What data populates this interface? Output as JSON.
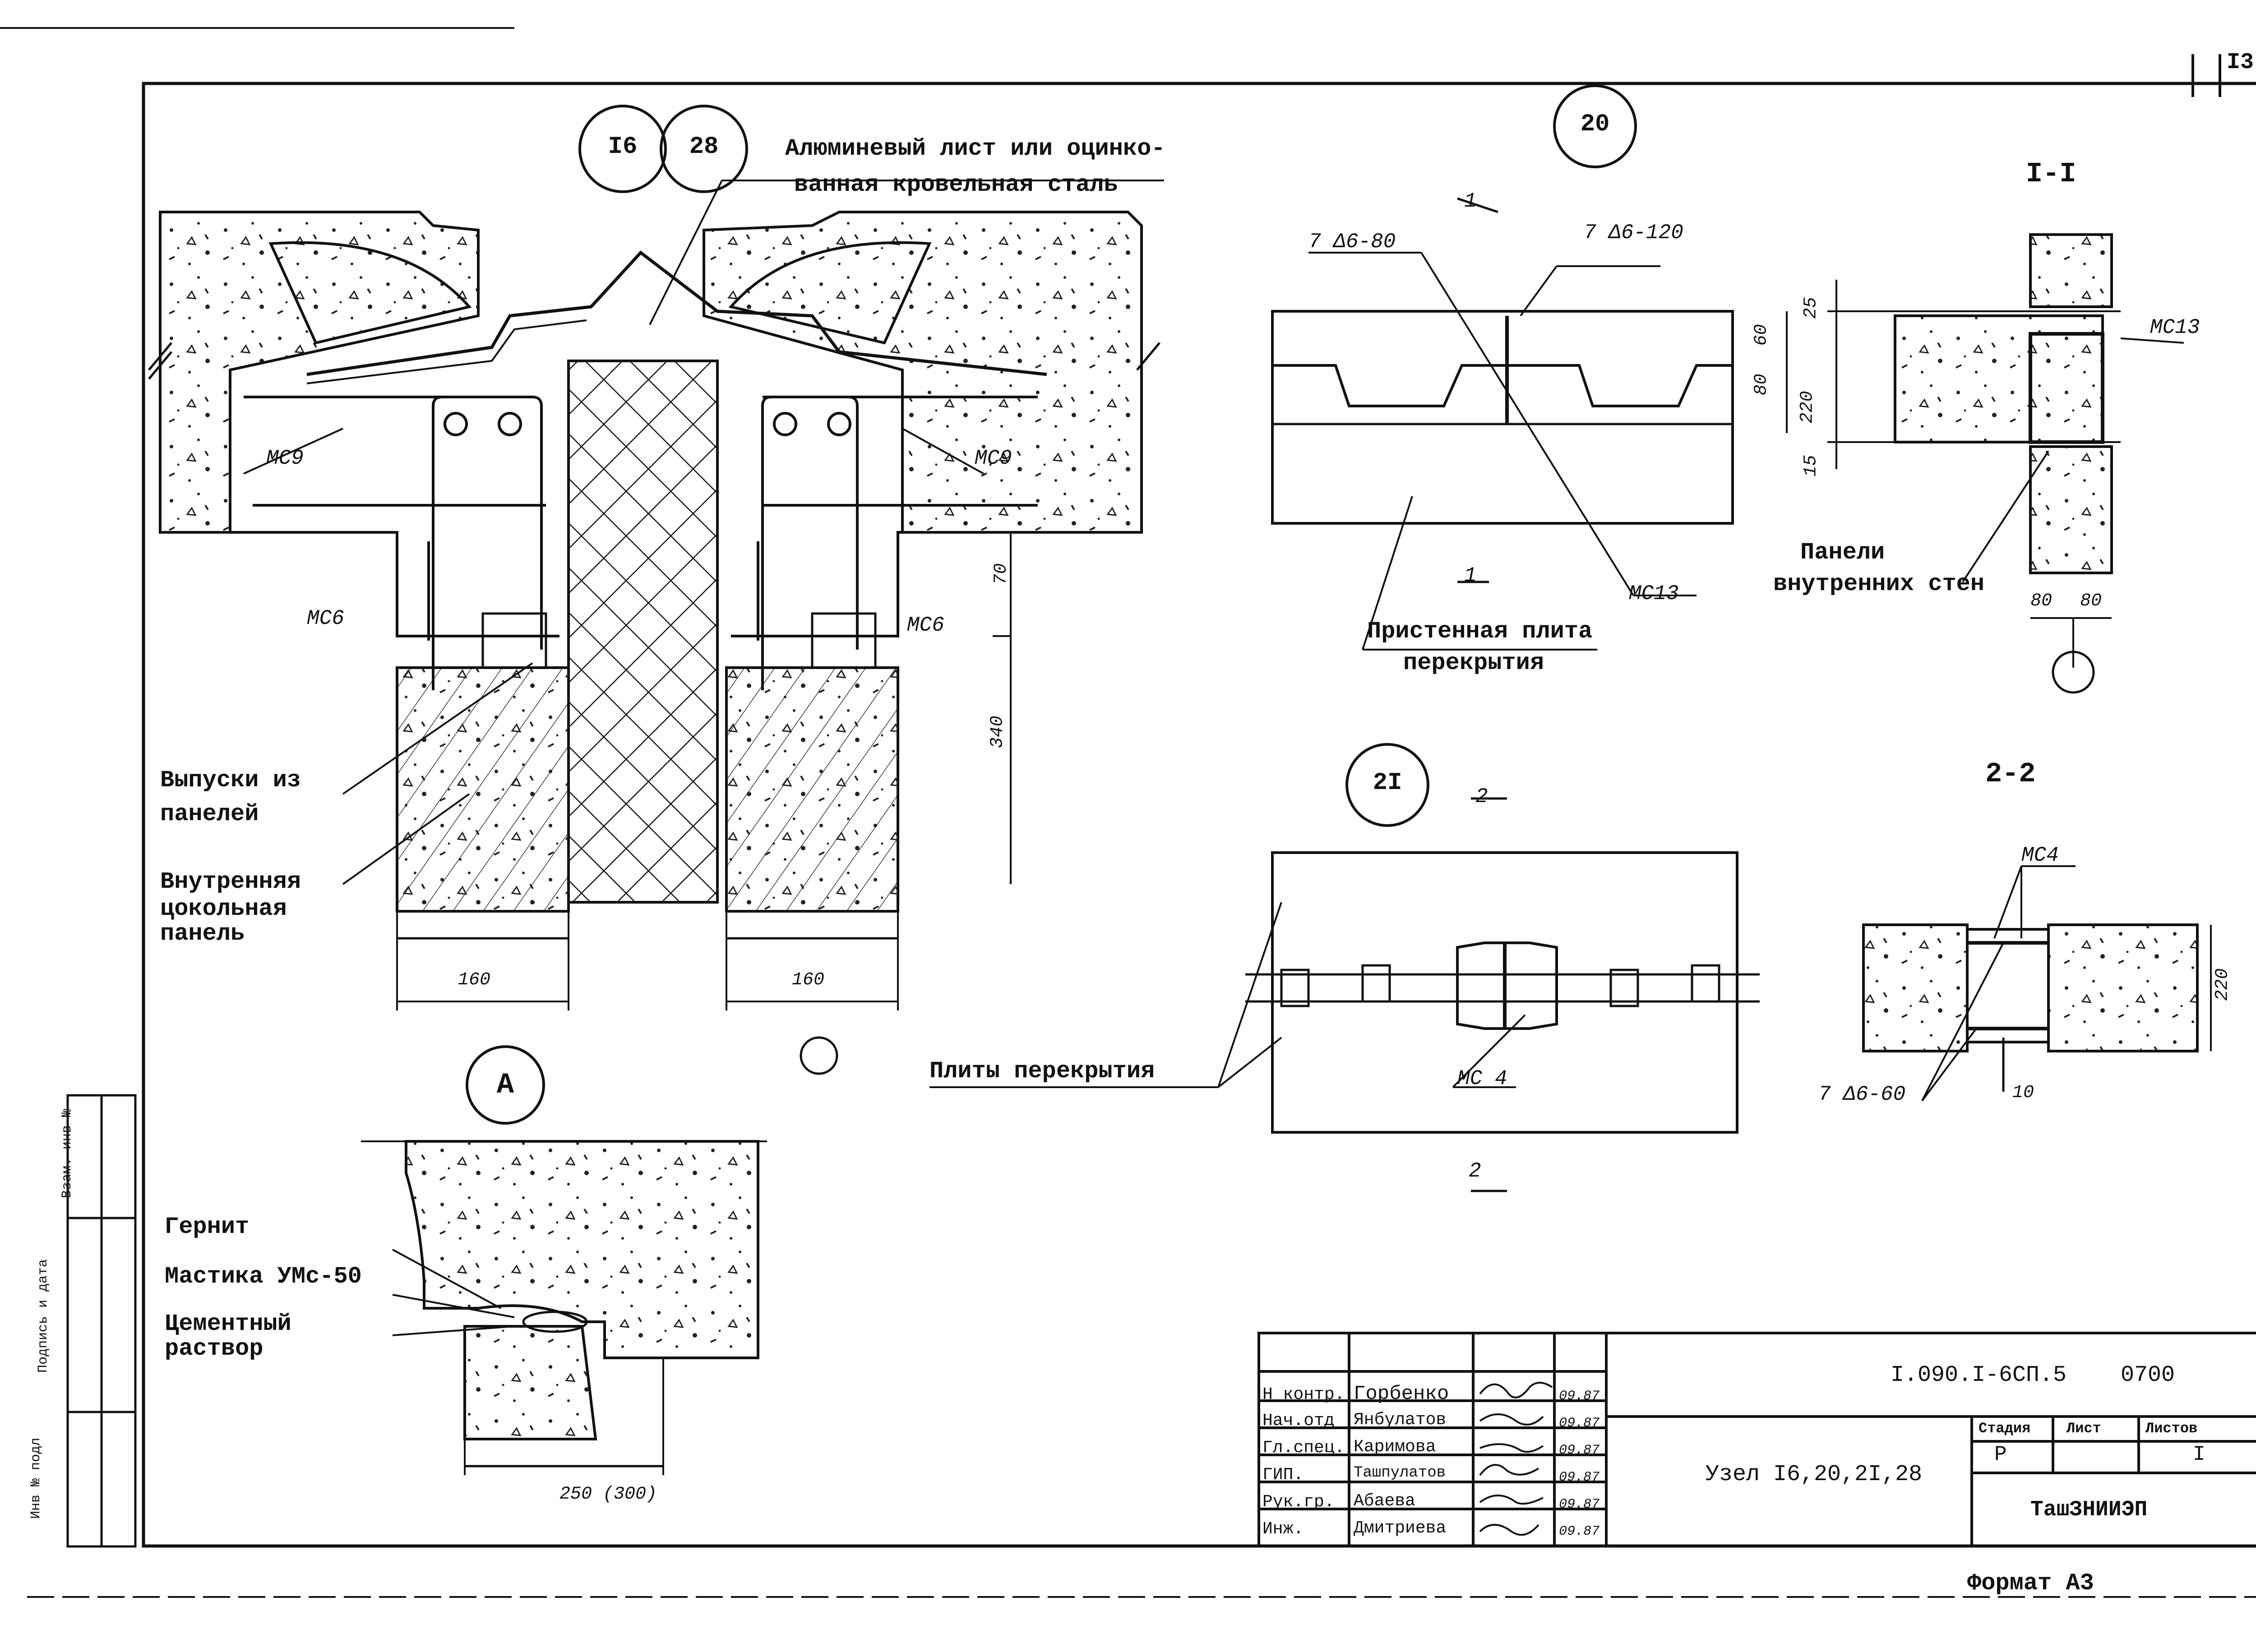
{
  "sheet_number": "I3",
  "nodes": {
    "n16": "I6",
    "n28": "28",
    "n20": "20",
    "n21": "2I",
    "nA": "A"
  },
  "section_1_1": "I-I",
  "section_2_2": "2-2",
  "cut_1": "1",
  "cut_2": "2",
  "labels": {
    "aluminum_line1": "Алюминевый лист или оцинко-",
    "aluminum_line2": "ванная кровельная сталь",
    "outlets_line1": "Выпуски из",
    "outlets_line2": "панелей",
    "inner_panel_line1": "Внутренняя",
    "inner_panel_line2": "цокольная",
    "inner_panel_line3": "панель",
    "wall_slab_line1": "Пристенная плита",
    "wall_slab_line2": "перекрытия",
    "inner_walls_line1": "Панели",
    "inner_walls_line2": "внутренних стен",
    "floor_slabs": "Плиты перекрытия",
    "gernit": "Гернит",
    "mastic": "Мастика УМс-50",
    "cement_line1": "Цементный",
    "cement_line2": "раствор"
  },
  "marks": {
    "mc9": "МС9",
    "mc6": "МС6",
    "mc13": "МС13",
    "mc4": "МС 4",
    "mc4b": "МС4",
    "bar80": "7 Δ6-80",
    "bar120": "7 Δ6-120",
    "bar60": "7 Δ6-60"
  },
  "dims": {
    "d160a": "160",
    "d160b": "160",
    "d70": "70",
    "d340": "340",
    "d80": "80",
    "d60": "60",
    "d25": "25",
    "d220": "220",
    "d15": "15",
    "d80a": "80",
    "d80b": "80",
    "d220b": "220",
    "d10": "10",
    "d250": "250 (300)"
  },
  "title_block": {
    "roles": [
      "Н контр.",
      "Нач.отд",
      "Гл.спец.",
      "ГИП.",
      "Рук.гр.",
      "Инж."
    ],
    "names": [
      "Горбенко",
      "Янбулатов",
      "Каримова",
      "Ташпулатов",
      "Абаева",
      "Дмитриева"
    ],
    "dates": [
      "09.87",
      "09.87",
      "09.87",
      "09.87",
      "09.87",
      "09.87"
    ],
    "code": "I.090.I-6СП.5",
    "code_suffix": "0700",
    "title": "Узел I6,20,2I,28",
    "stage_header": "Стадия",
    "sheet_header": "Лист",
    "sheets_header": "Листов",
    "stage": "Р",
    "sheets": "I",
    "org": "ТашЗНИИЭП"
  },
  "left_stamp": [
    "Инв № подл",
    "Подпись и дата",
    "Взам. инв №"
  ],
  "format": "Формат А3"
}
